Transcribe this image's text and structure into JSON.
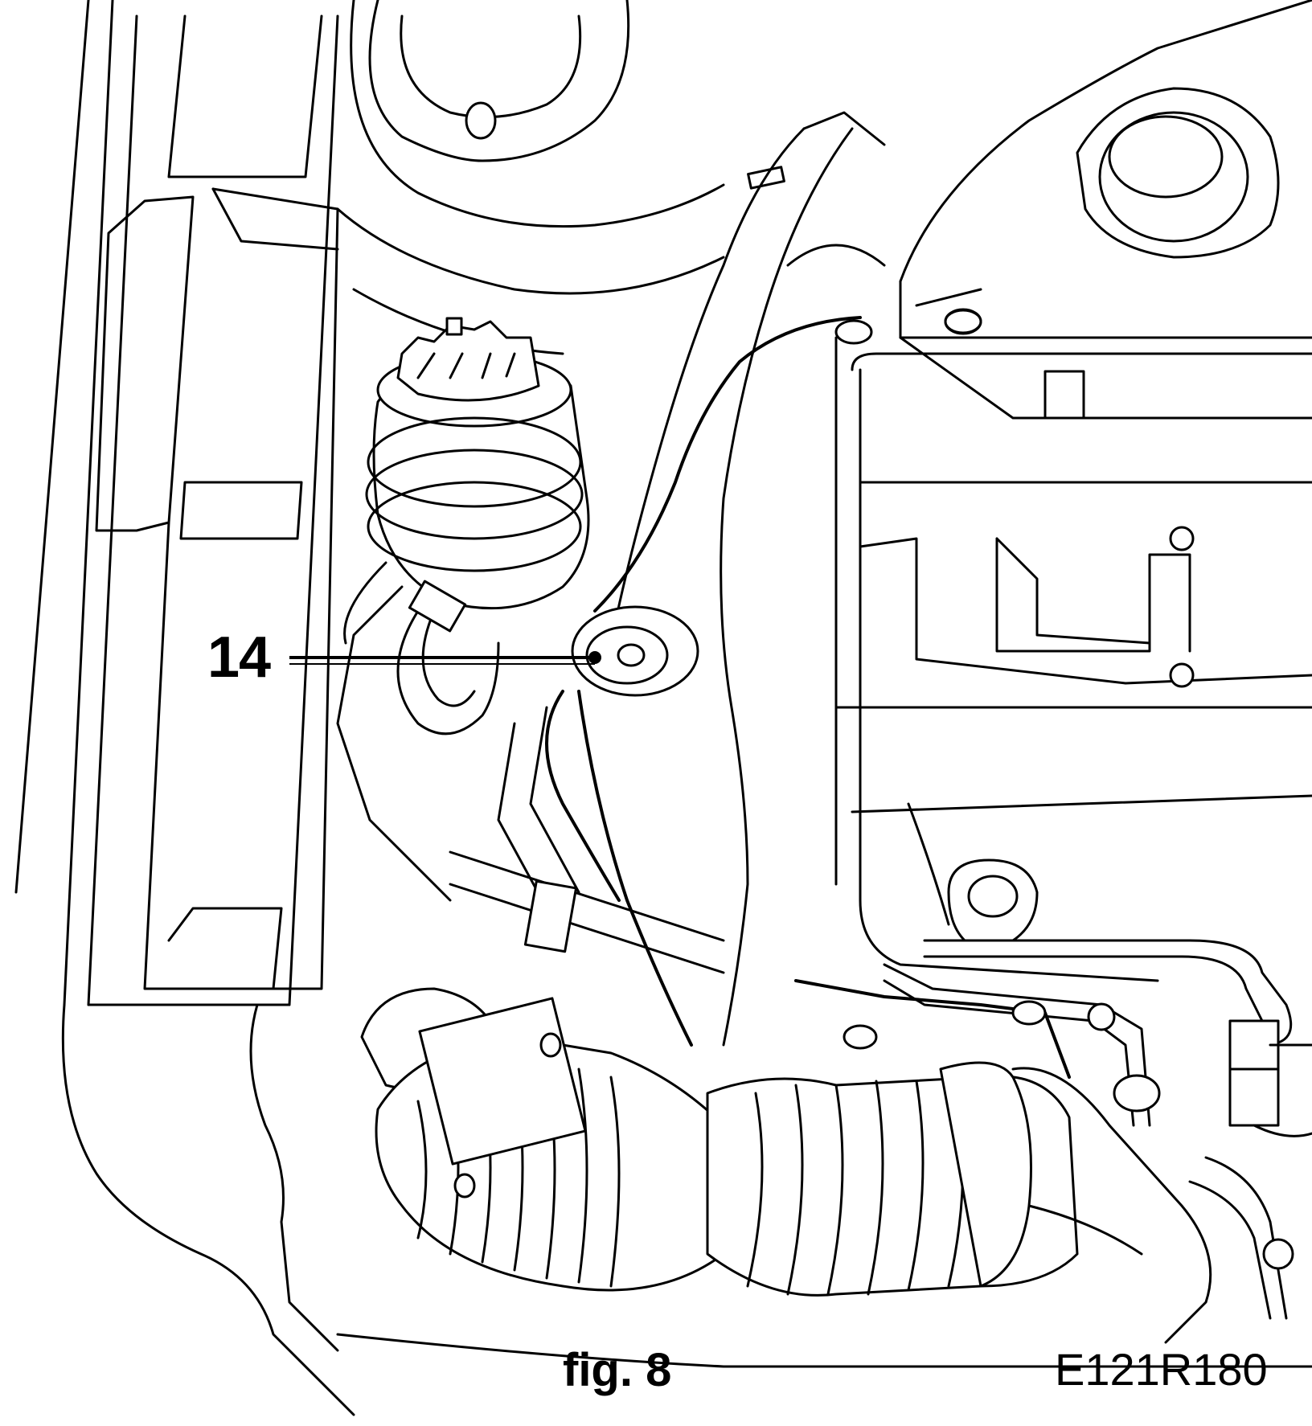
{
  "callout": {
    "number": "14"
  },
  "figure": {
    "caption": "fig. 8",
    "code": "E121R180"
  }
}
